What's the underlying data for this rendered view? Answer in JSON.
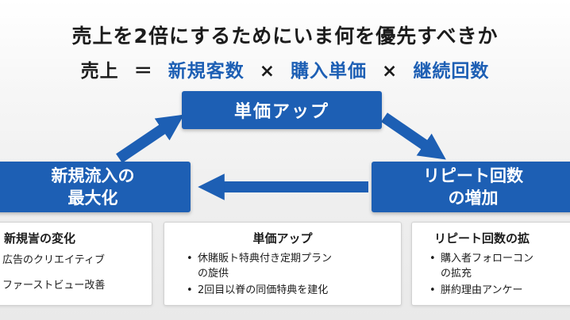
{
  "title": "売上を2倍にするためにいま何を優先すべきか",
  "formula": {
    "lhs": "売上",
    "eq": "＝",
    "term1": "新規客数",
    "times1": "×",
    "term2": "購入単価",
    "times2": "×",
    "term3": "継続回数"
  },
  "boxes": {
    "top": "単価アップ",
    "left_line1": "新規流入の",
    "left_line2": "最大化",
    "right_line1": "リピート回数",
    "right_line2": "の増加"
  },
  "cards": {
    "left": {
      "heading": "新規訔の変化",
      "items": [
        "広告のクリエイティブ",
        "ファーストビュー改善"
      ]
    },
    "middle": {
      "heading": "単価アップ",
      "items": [
        "休賭販ト特典付き定期プラン",
        "の旋供",
        "2回目以脊の同価特典を建化"
      ]
    },
    "right": {
      "heading": "リピート回数の拡",
      "items": [
        "購入者フォローコン",
        "の拡充",
        "胼約理由アンケー"
      ]
    }
  },
  "colors": {
    "primary_blue": "#1d5fb4",
    "text_dark": "#1c1c1c"
  }
}
